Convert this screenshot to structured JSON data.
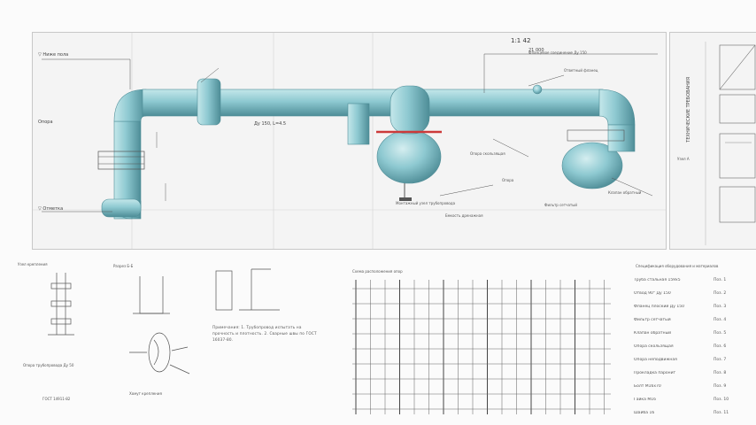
{
  "main_drawing": {
    "labels": [
      {
        "id": "title_top",
        "text": "1:1 42"
      },
      {
        "id": "dim_top",
        "text": "21 000"
      },
      {
        "id": "note_l1",
        "text": "▽ Ниже пола"
      },
      {
        "id": "note_l2",
        "text": "Опора"
      },
      {
        "id": "note_l3",
        "text": "▽ Отметка"
      },
      {
        "id": "mid_pipe",
        "text": "Ду 150, L=4.5"
      },
      {
        "id": "note_r1",
        "text": "Фланцевое соединение Ду 150"
      },
      {
        "id": "note_r2",
        "text": "Ответный фланец"
      },
      {
        "id": "note_r3",
        "text": "Опора скользящая"
      },
      {
        "id": "note_r4",
        "text": "Клапан обратный"
      },
      {
        "id": "note_r5",
        "text": "Опора"
      },
      {
        "id": "note_bottom1",
        "text": "Монтажный узел трубопровода"
      },
      {
        "id": "note_bottom2",
        "text": "Емкость дренажная"
      },
      {
        "id": "note_bottom3",
        "text": "Фильтр сетчатый"
      }
    ]
  },
  "side_panel": {
    "vertical_title": "ТЕХНИЧЕСКИЕ ТРЕБОВАНИЯ",
    "label": "Узел А"
  },
  "details": {
    "detail1_title": "Узел крепления",
    "detail1_caption1": "Опора трубопровода Ду 50",
    "detail1_caption2": "ГОСТ 14911-82",
    "detail2_title": "Разрез Б-Б",
    "detail2_caption": "Хомут крепления",
    "detail3_text": "Примечания: 1. Трубопровод испытать на прочность и плотность. 2. Сварные швы по ГОСТ 16037-80."
  },
  "grid_panel": {
    "title": "Схема расположения опор"
  },
  "spec_table": {
    "header": "Спецификация оборудования и материалов",
    "rows": [
      [
        "Труба стальная 159x5",
        "Поз. 1"
      ],
      [
        "Отвод 90° Ду 150",
        "Поз. 2"
      ],
      [
        "Фланец плоский Ду 150",
        "Поз. 3"
      ],
      [
        "Фильтр сетчатый",
        "Поз. 4"
      ],
      [
        "Клапан обратный",
        "Поз. 5"
      ],
      [
        "Опора скользящая",
        "Поз. 6"
      ],
      [
        "Опора неподвижная",
        "Поз. 7"
      ],
      [
        "Прокладка паронит",
        "Поз. 8"
      ],
      [
        "Болт М16x70",
        "Поз. 9"
      ],
      [
        "Гайка М16",
        "Поз. 10"
      ],
      [
        "Шайба 16",
        "Поз. 11"
      ]
    ]
  },
  "colors": {
    "pipe": "#8ec9d1",
    "pipe_dark": "#5e9aa4",
    "pipe_light": "#c4e7ea",
    "flange": "#cc3a3a",
    "line": "#555555"
  }
}
